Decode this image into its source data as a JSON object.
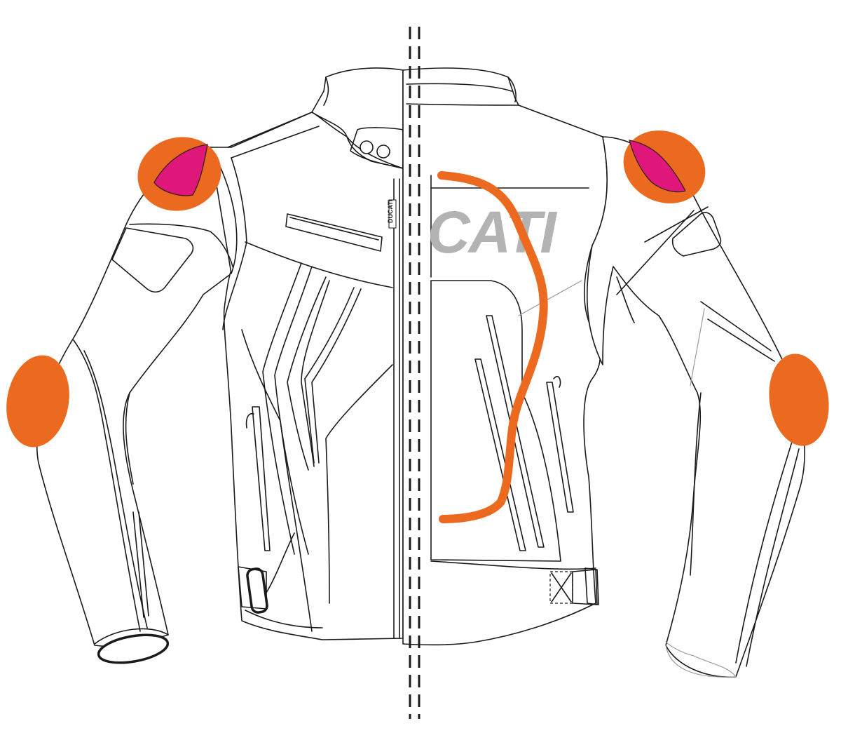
{
  "back_logo": {
    "text": "CATI"
  },
  "front_logo": {
    "text": "DUCATI"
  },
  "colors": {
    "protector_orange": "#ec6a1f",
    "hump_pink": "#e0177a",
    "outline": "#1a1a1a",
    "logo_gray": "#b3b3b3"
  },
  "protectors": [
    "left-shoulder-protector",
    "right-shoulder-protector",
    "left-elbow-protector",
    "right-elbow-protector",
    "back-protector"
  ]
}
